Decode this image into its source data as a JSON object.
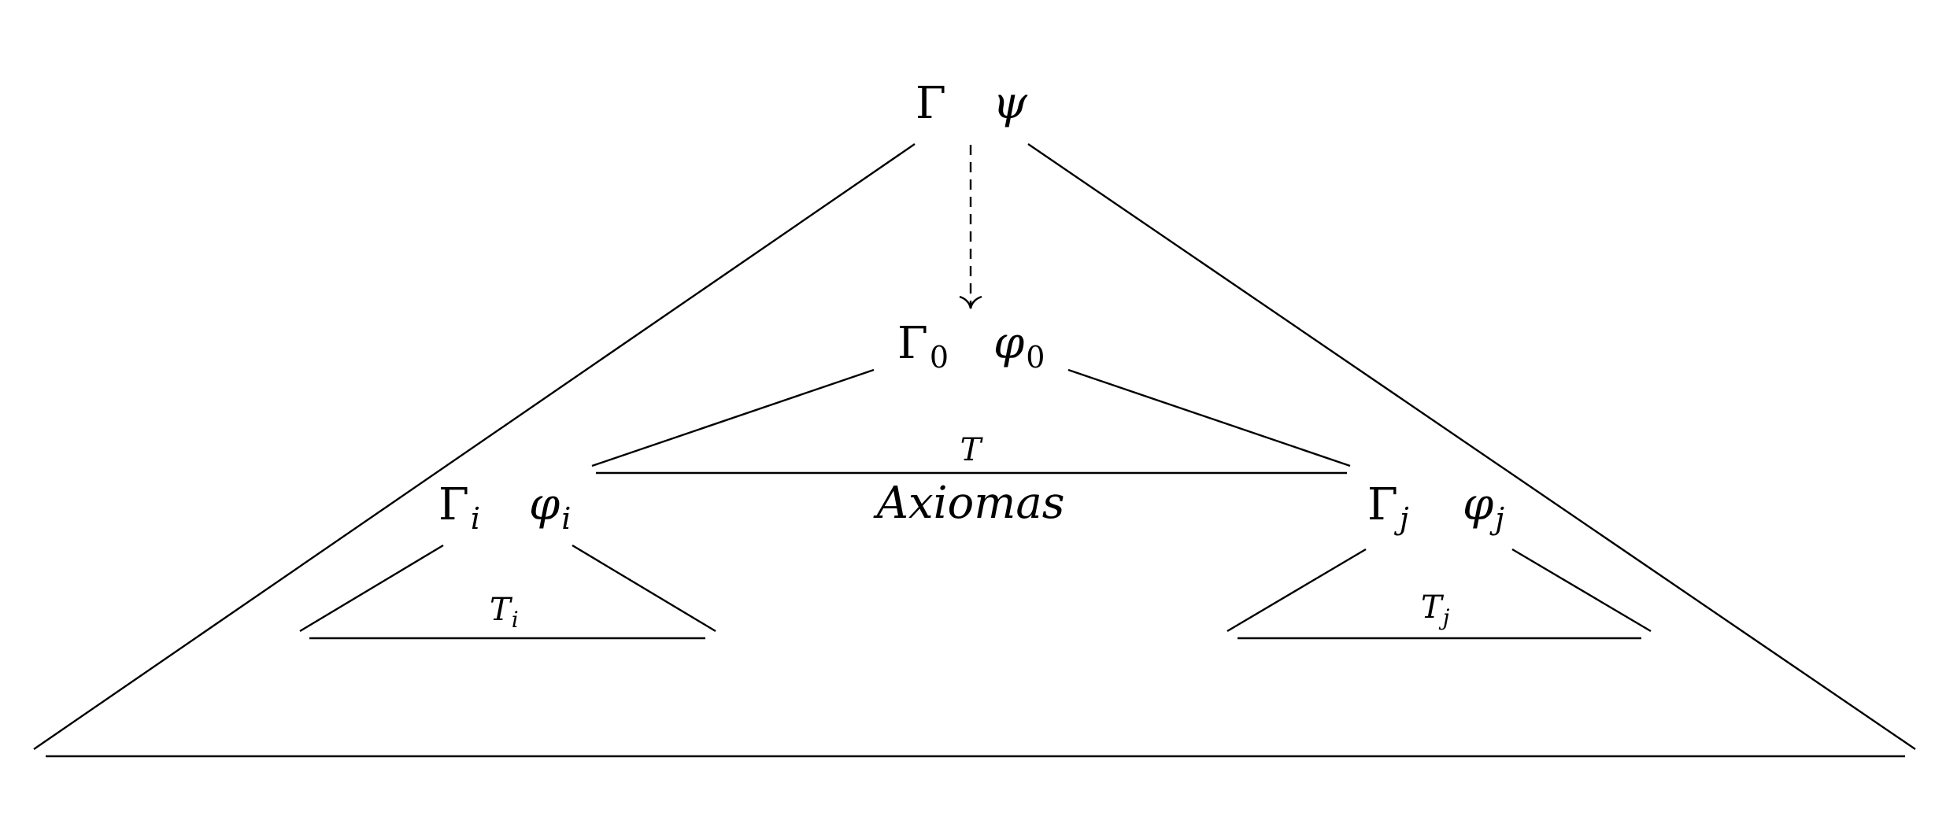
{
  "top": {
    "gamma": "Γ",
    "phi": "ψ"
  },
  "root": {
    "gamma": "Γ",
    "gamma_sub": "0",
    "phi": "φ",
    "phi_sub": "0",
    "theory": "T"
  },
  "axioms_label": "Axiomas",
  "left": {
    "gamma": "Γ",
    "gamma_sub": "i",
    "phi": "φ",
    "phi_sub": "i",
    "theory": "T",
    "theory_sub": "i"
  },
  "right": {
    "gamma": "Γ",
    "gamma_sub": "j",
    "phi": "φ",
    "phi_sub": "j",
    "theory": "T",
    "theory_sub": "j"
  }
}
